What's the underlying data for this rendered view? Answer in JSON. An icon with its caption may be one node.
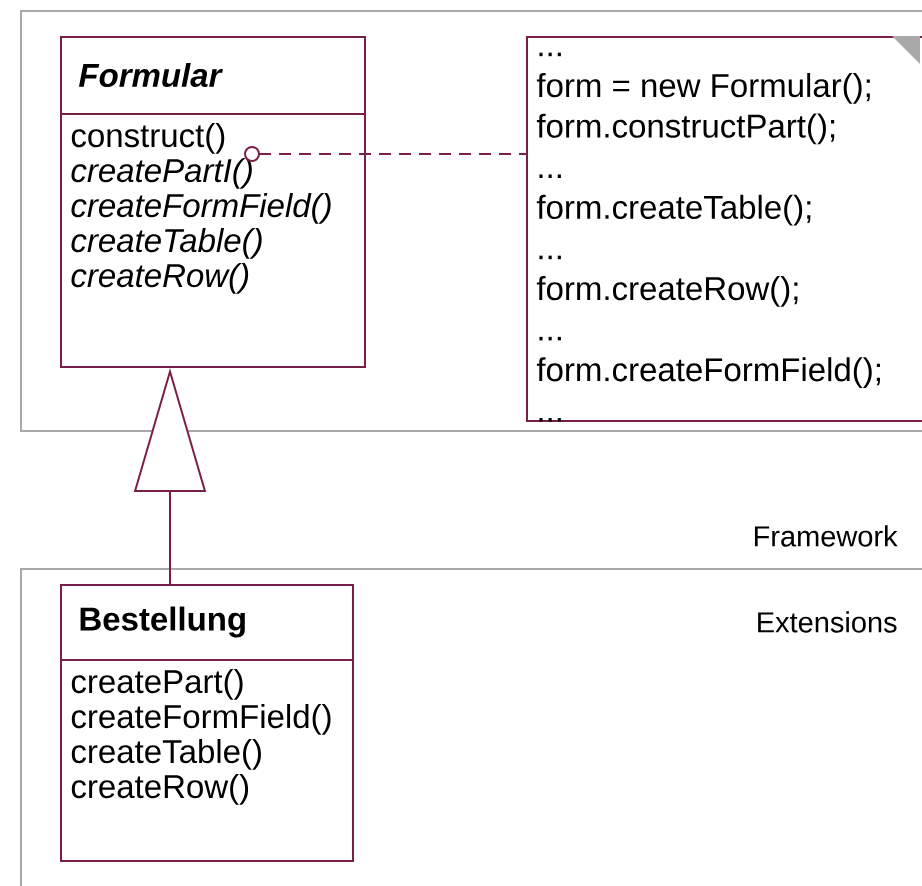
{
  "diagram": {
    "nodes": [
      {
        "text": [
          "Framework"
        ]
      },
      {
        "text": [
          "Formular",
          "construct()",
          "createPartI()",
          "createFormField()",
          "createTable()",
          "createRow()"
        ],
        "in": 0
      },
      {
        "text": [
          "...",
          "form = new Formular();",
          "form.constructPart();",
          "...",
          "form.createTable();",
          "...",
          "form.createRow();",
          "...",
          "form.createFormField();",
          "..."
        ],
        "in": 0
      },
      {
        "text": [
          "Extensions"
        ]
      },
      {
        "text": [
          "Bestellung",
          "createPart()",
          "createFormField()",
          "createTable()",
          "createRow()"
        ],
        "in": 3
      }
    ],
    "edges": [
      {
        "from": 1,
        "to": 2,
        "arrow": "other",
        "style": "dashed"
      },
      {
        "from": 4,
        "to": 1,
        "arrow": "to"
      }
    ]
  }
}
